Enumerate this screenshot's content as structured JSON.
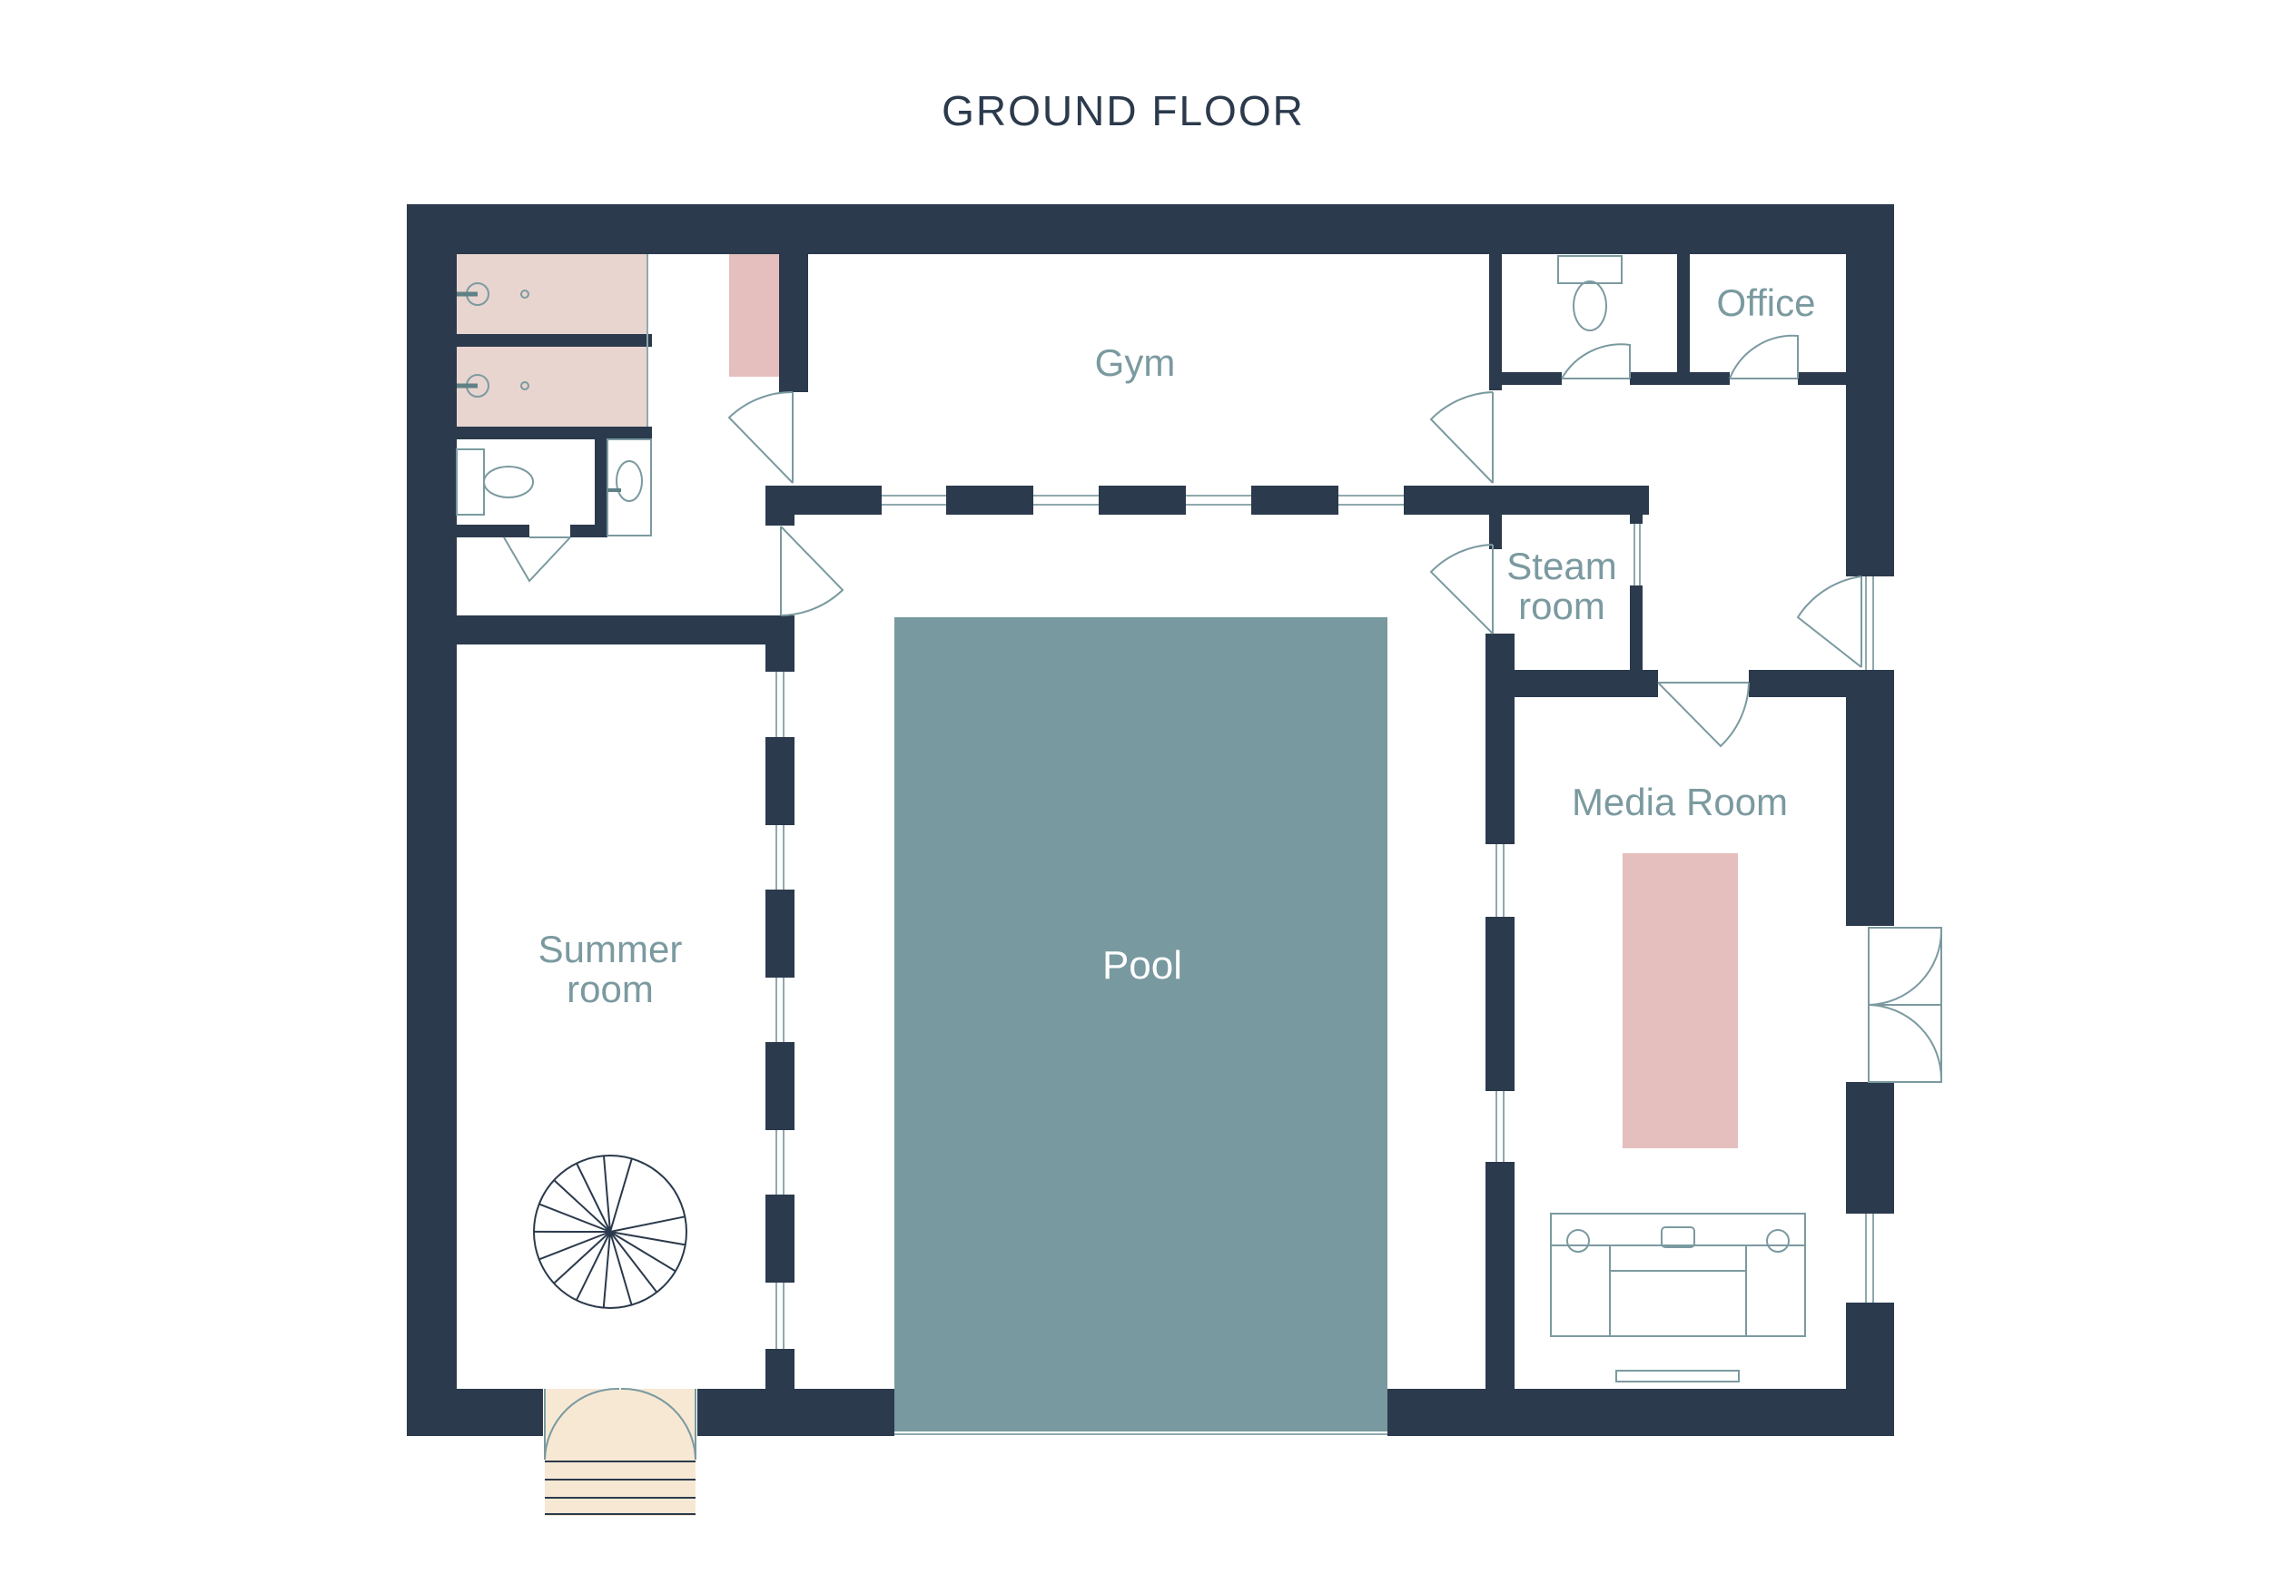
{
  "title": "GROUND FLOOR",
  "rooms": {
    "gym": "Gym",
    "office": "Office",
    "steam_line1": "Steam",
    "steam_line2": "room",
    "media": "Media Room",
    "summer_line1": "Summer",
    "summer_line2": "room",
    "pool": "Pool"
  },
  "colors": {
    "wall": "#2b3a4c",
    "pool": "#78999f",
    "label": "#7b9aa0",
    "accent_pink": "#e5bfbd",
    "shower_fill": "#e8d5cf",
    "entrance_fill": "#f7e8d4"
  }
}
